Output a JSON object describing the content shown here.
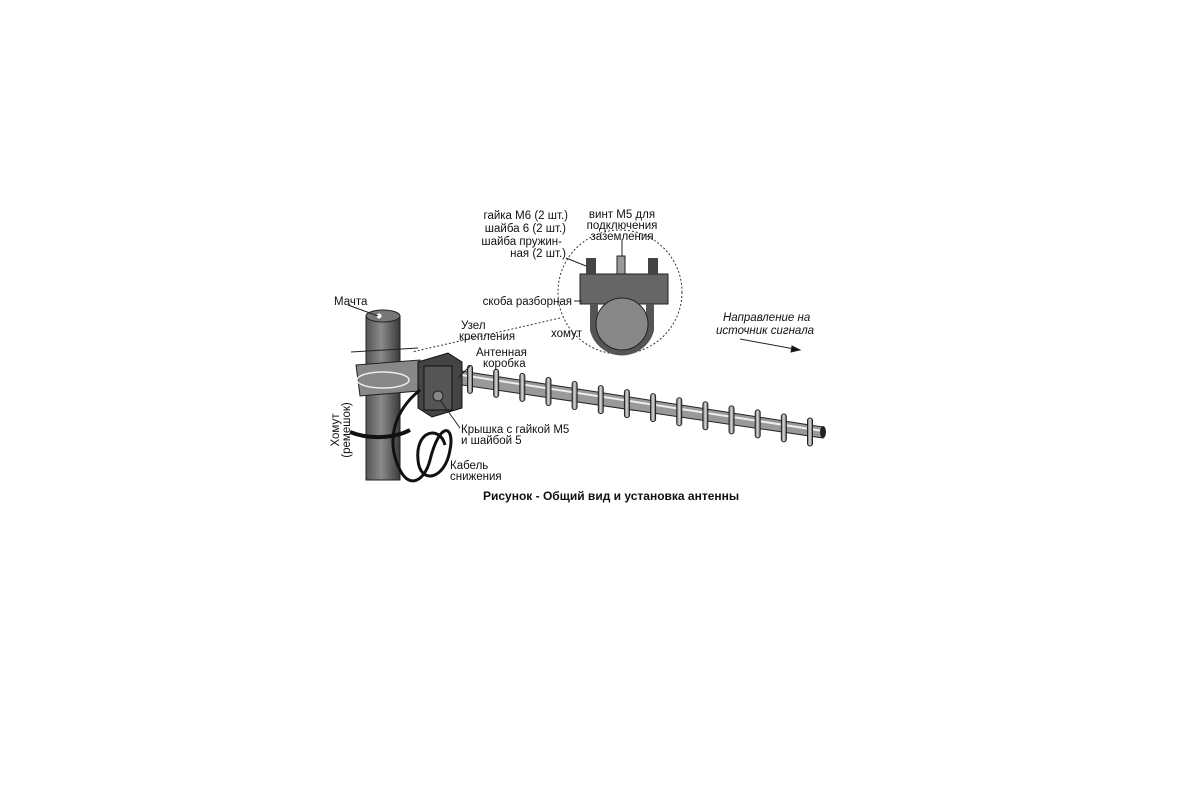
{
  "labels": {
    "nut": [
      "гайка М6 (2 шт.)",
      "шайба 6 (2 шт.)",
      "шайба пружин-",
      "ная (2 шт.)"
    ],
    "screw": [
      "винт М5 для",
      "подключения",
      "заземления"
    ],
    "bracket": "скоба разборная",
    "clamp": "хомут",
    "mast": "Мачта",
    "mount": [
      "Узел",
      "крепления"
    ],
    "box": [
      "Антенная",
      "коробка"
    ],
    "cover": [
      "Крышка с гайкой М5",
      "и шайбой 5"
    ],
    "cable": [
      "Кабель",
      "снижения"
    ],
    "strap": [
      "Хомут",
      "(ремешок)"
    ],
    "direction": [
      "Направление на",
      "источник сигнала"
    ]
  },
  "caption": "Рисунок - Общий вид и установка антенны",
  "element_count": 14
}
